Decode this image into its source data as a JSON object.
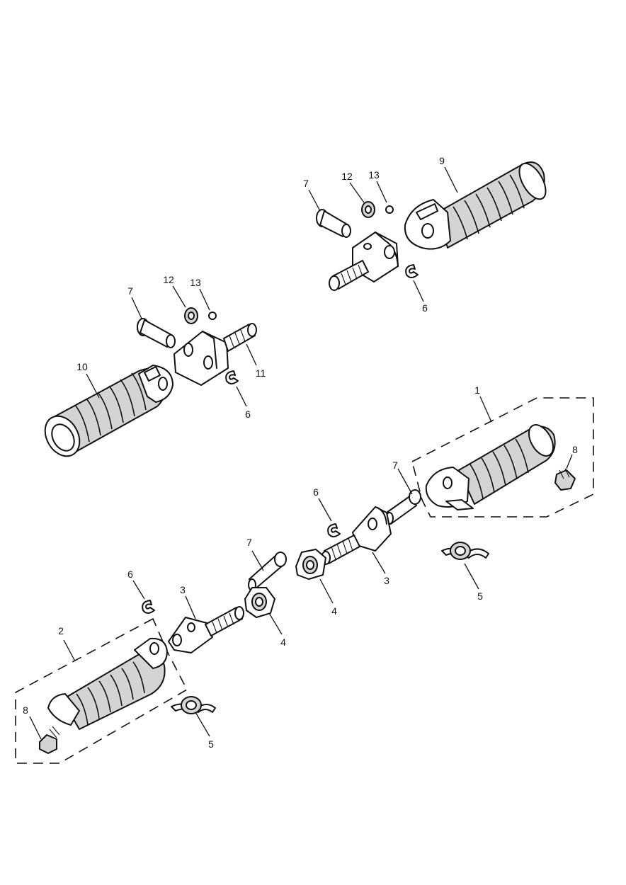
{
  "labels": {
    "top_right_7": "7",
    "top_right_12": "12",
    "top_right_13": "13",
    "top_right_9": "9",
    "top_right_6": "6",
    "top_left_7": "7",
    "top_left_12": "12",
    "top_left_13": "13",
    "top_left_10": "10",
    "top_left_11": "11",
    "top_left_6": "6",
    "right_1": "1",
    "right_8": "8",
    "right_7": "7",
    "right_6": "6",
    "right_3": "3",
    "right_4": "4",
    "right_5": "5",
    "mid_7": "7",
    "left_6": "6",
    "left_3": "3",
    "left_4": "4",
    "left_2": "2",
    "left_8": "8",
    "left_5": "5"
  }
}
